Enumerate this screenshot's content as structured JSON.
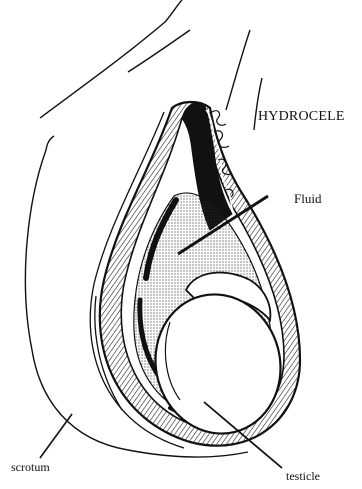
{
  "title": "HYDROCELE",
  "labels": {
    "fluid": "Fluid",
    "scrotum": "scrotum",
    "testicle": "testicle"
  },
  "colors": {
    "ink": "#111111",
    "background": "#ffffff"
  }
}
